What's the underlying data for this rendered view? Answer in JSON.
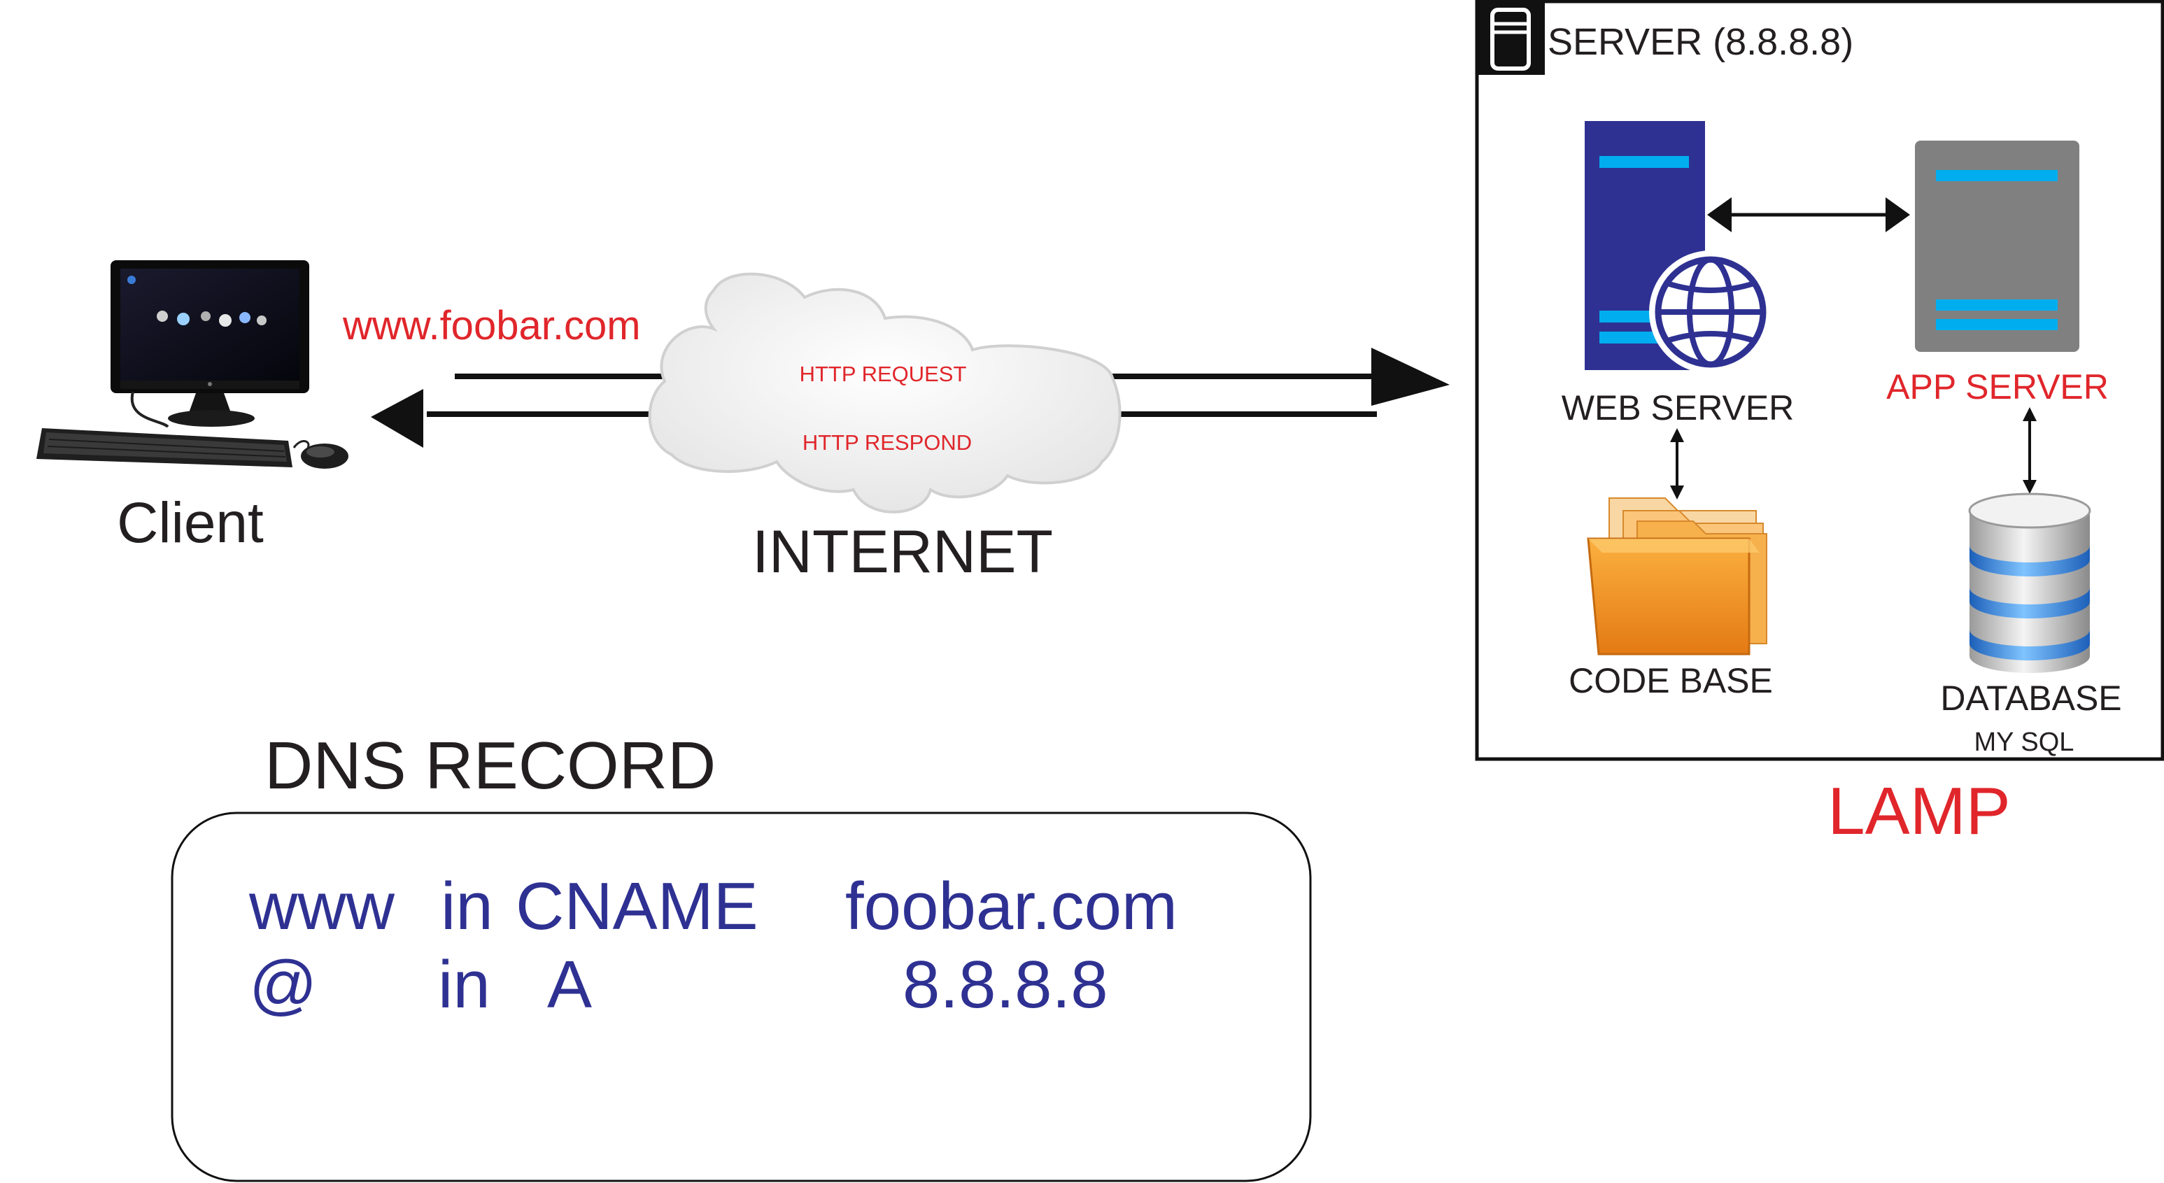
{
  "client": {
    "label": "Client",
    "url": "www.foobar.com"
  },
  "internet": {
    "label": "INTERNET",
    "request_label": "HTTP REQUEST",
    "response_label": "HTTP RESPOND"
  },
  "server": {
    "title": "SERVER (8.8.8.8)",
    "web_server_label": "WEB SERVER",
    "app_server_label": "APP SERVER",
    "code_base_label": "CODE BASE",
    "database_label": "DATABASE",
    "database_sub_label": "MY SQL",
    "stack_label": "LAMP"
  },
  "dns": {
    "title": "DNS RECORD",
    "records": [
      {
        "name": "www",
        "class": "in",
        "type": "CNAME",
        "value": "foobar.com"
      },
      {
        "name": "@",
        "class": "in",
        "type": "A",
        "value": "8.8.8.8"
      }
    ]
  },
  "colors": {
    "text_dark": "#231f20",
    "accent_red": "#e0262b",
    "dns_text": "#2e3192",
    "web_server": "#2e3192",
    "app_server": "#808080",
    "stripe": "#00aeef",
    "folder": "#f7941d",
    "database": "#3b8fd9"
  }
}
